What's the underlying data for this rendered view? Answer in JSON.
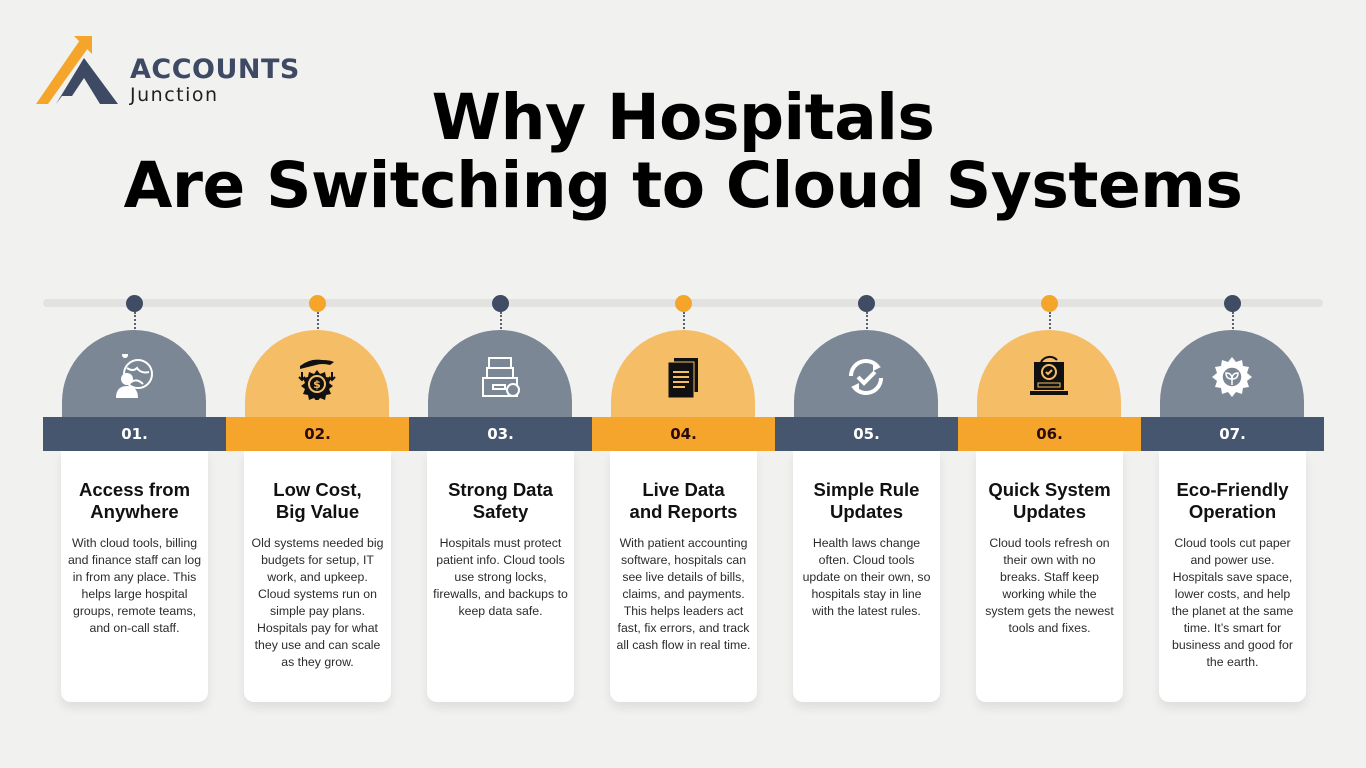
{
  "logo": {
    "name": "ACCOUNTS",
    "sub": "Junction",
    "colors": {
      "arrow": "#f5a52a",
      "triangle": "#3e4a63"
    }
  },
  "title": {
    "line1": "Why Hospitals",
    "line2": "Are Switching to Cloud Systems"
  },
  "colors": {
    "background": "#f1f1f0",
    "navy": "#45566e",
    "slate_dome": "#7b8795",
    "orange": "#f6a52c",
    "orange_dome": "#f5bd66",
    "dot_navy": "#3f4c63",
    "dot_orange": "#f5a52a"
  },
  "steps": [
    {
      "number": "01.",
      "title": "Access from\nAnywhere",
      "text": "With cloud tools, billing and finance staff can log in from any place. This helps large hospital groups, remote teams, and on-call staff.",
      "icon": "globe-person-icon",
      "theme": "navy"
    },
    {
      "number": "02.",
      "title": "Low Cost,\nBig Value",
      "text": "Old systems needed big budgets for setup, IT work, and upkeep. Cloud systems run on simple pay plans. Hospitals pay for what they use and can scale as they grow.",
      "icon": "hand-money-gear-icon",
      "theme": "orange"
    },
    {
      "number": "03.",
      "title": "Strong Data\nSafety",
      "text": "Hospitals must protect patient info. Cloud tools use strong locks, firewalls, and backups to keep data safe.",
      "icon": "secure-file-drawer-icon",
      "theme": "navy"
    },
    {
      "number": "04.",
      "title": "Live Data\nand Reports",
      "text": "With patient accounting software, hospitals can see live details of bills, claims, and payments. This helps leaders act fast, fix errors, and track all cash flow in real time.",
      "icon": "documents-icon",
      "theme": "orange"
    },
    {
      "number": "05.",
      "title": "Simple Rule\nUpdates",
      "text": "Health laws change often. Cloud tools update on their own, so hospitals stay in line with the latest rules.",
      "icon": "refresh-check-icon",
      "theme": "navy"
    },
    {
      "number": "06.",
      "title": "Quick System\nUpdates",
      "text": "Cloud tools refresh on their own with no breaks. Staff keep working while the system gets the newest tools and fixes.",
      "icon": "laptop-update-gear-icon",
      "theme": "orange"
    },
    {
      "number": "07.",
      "title": "Eco-Friendly\nOperation",
      "text": "Cloud tools cut paper and power use. Hospitals save space, lower costs, and help the planet at the same time. It’s smart for business and good for the earth.",
      "icon": "eco-gear-leaf-icon",
      "theme": "navy"
    }
  ]
}
